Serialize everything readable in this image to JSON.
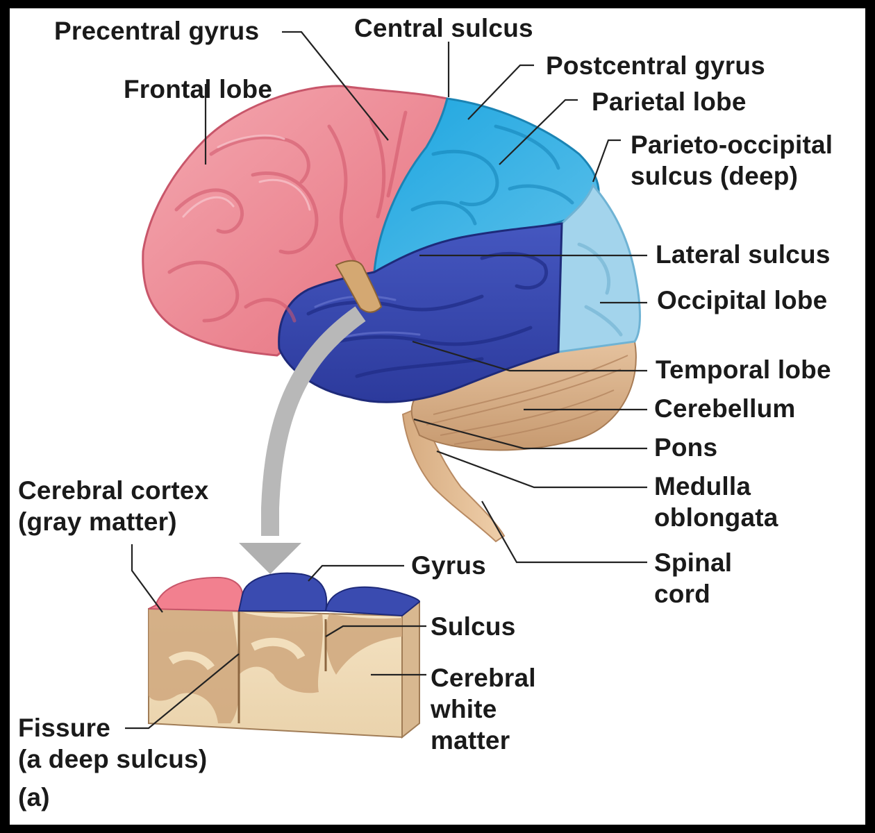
{
  "figure": {
    "panel_letter": "(a)",
    "labels": {
      "precentral_gyrus": "Precentral gyrus",
      "central_sulcus": "Central sulcus",
      "postcentral_gyrus": "Postcentral gyrus",
      "frontal_lobe": "Frontal lobe",
      "parietal_lobe": "Parietal lobe",
      "parieto_occipital_line1": "Parieto-occipital",
      "parieto_occipital_line2": "sulcus (deep)",
      "lateral_sulcus": "Lateral sulcus",
      "occipital_lobe": "Occipital lobe",
      "temporal_lobe": "Temporal lobe",
      "cerebellum": "Cerebellum",
      "pons": "Pons",
      "medulla_line1": "Medulla",
      "medulla_line2": "oblongata",
      "spinal_cord_line1": "Spinal",
      "spinal_cord_line2": "cord",
      "cortex_line1": "Cerebral cortex",
      "cortex_line2": "(gray matter)",
      "gyrus": "Gyrus",
      "sulcus": "Sulcus",
      "white_matter_line1": "Cerebral",
      "white_matter_line2": "white",
      "white_matter_line3": "matter",
      "fissure_line1": "Fissure",
      "fissure_line2": "(a deep sulcus)"
    }
  },
  "colors": {
    "frontal": "#ec8c97",
    "parietal": "#33aee0",
    "occipital": "#9ed1ea",
    "temporal": "#3a4bb0",
    "cerebellum": "#d8ae86",
    "white_matter": "#f2dfbd",
    "gray_matter": "#c9a17a",
    "arrow": "#b8b8b8",
    "background": "#000000",
    "leader_line": "#222222"
  }
}
